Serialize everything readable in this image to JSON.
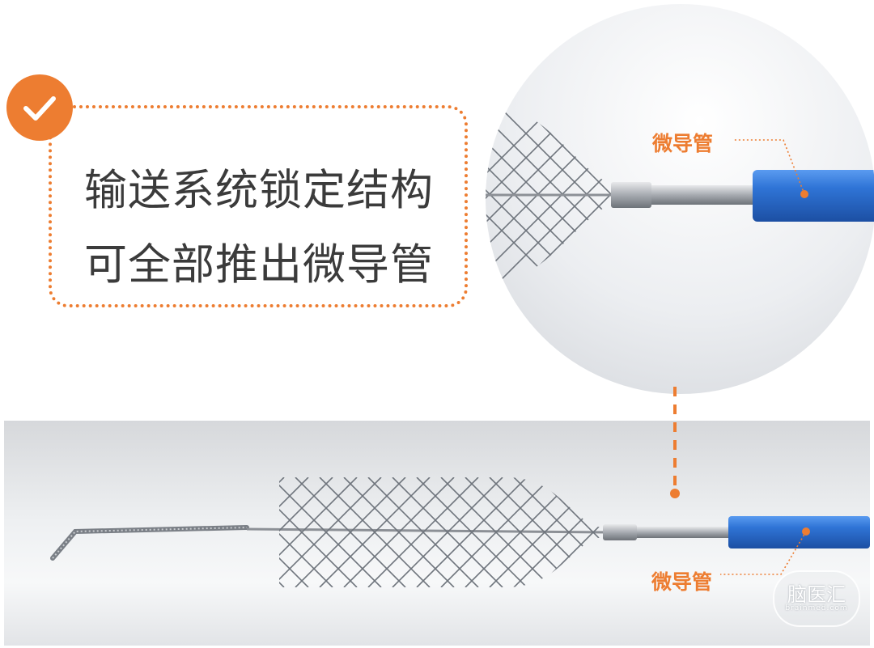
{
  "callout": {
    "line1": "输送系统锁定结构",
    "line2": "可全部推出微导管"
  },
  "zoom_view": {
    "label": "微导管"
  },
  "main_view": {
    "label": "微导管"
  },
  "watermark": {
    "text": "脑医汇",
    "subtext": "brainmed.com"
  },
  "colors": {
    "accent": "#ed7d31",
    "catheter_blue": "#2f74d6",
    "text_dark": "#3b3b3b",
    "mesh_gray": "#6f757d"
  },
  "icons": {
    "badge": "check-icon"
  }
}
